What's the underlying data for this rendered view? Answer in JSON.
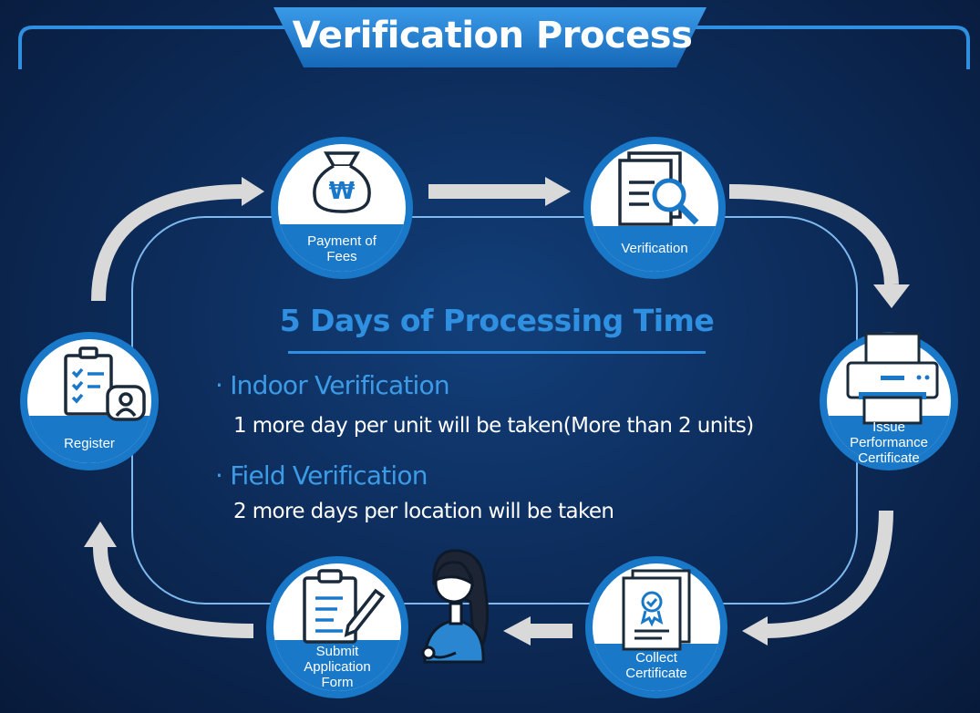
{
  "title": "Verification Process",
  "steps": [
    {
      "label": "Register",
      "icon": "clipboard-user-icon"
    },
    {
      "label": "Payment of Fees",
      "icon": "money-bag-won-icon"
    },
    {
      "label": "Verification",
      "icon": "document-search-icon"
    },
    {
      "label": "Issue Performance Certificate",
      "icon": "printer-icon"
    },
    {
      "label": "Collect Certificate",
      "icon": "certificate-icon"
    },
    {
      "label": "Submit Application Form",
      "icon": "clipboard-pen-icon"
    }
  ],
  "center": {
    "heading": "5 Days of Processing Time",
    "items": [
      {
        "title": "· Indoor Verification",
        "text": "1 more day per unit will be taken(More than 2 units)"
      },
      {
        "title": "· Field Verification",
        "text": "2 more days per location will be taken"
      }
    ]
  },
  "colors": {
    "accent": "#2f8fe0",
    "node_fill": "#1a78c8",
    "arrow": "#d9d9d9",
    "background": "#0d2d5c"
  }
}
